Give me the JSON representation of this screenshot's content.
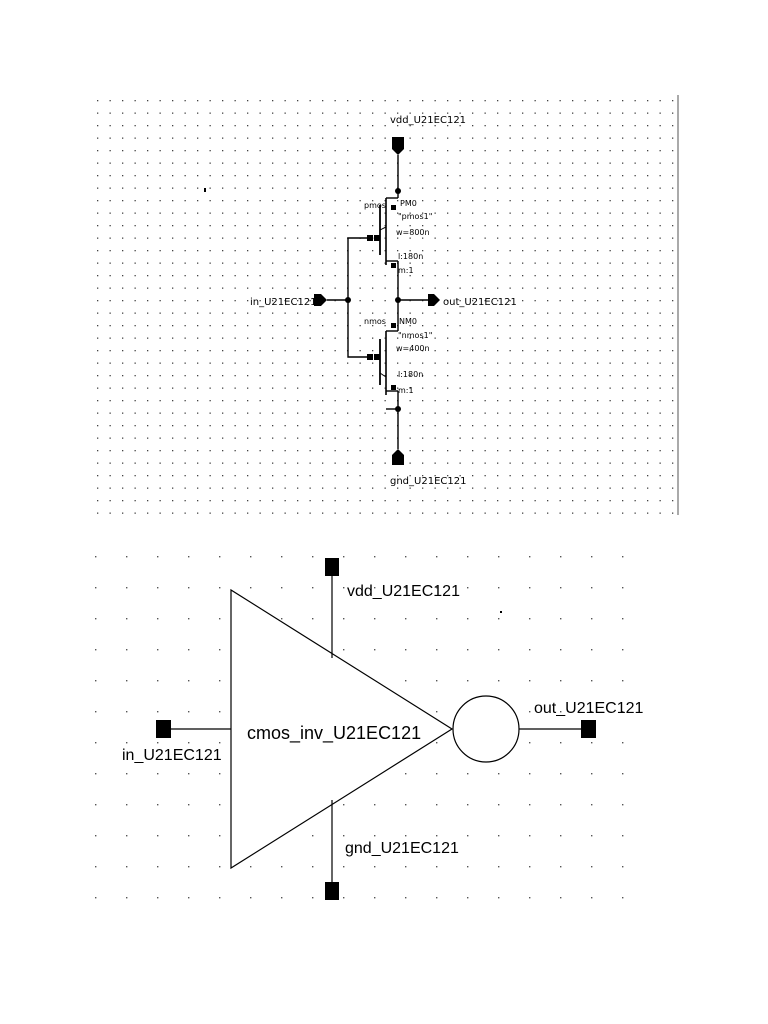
{
  "schematic": {
    "vdd_label": "vdd_U21EC121",
    "gnd_label": "gnd_U21EC121",
    "in_label": "in_U21EC121",
    "out_label": "out_U21EC121",
    "pmos": {
      "type": "pmos",
      "instance": "PM0",
      "model": "\"pmos1\"",
      "width": "w=800n",
      "length": "l:180n",
      "mult": "m:1"
    },
    "nmos": {
      "type": "nmos",
      "instance": "NM0",
      "model": "\"nmos1\"",
      "width": "w=400n",
      "length": "l:180n",
      "mult": "m:1"
    }
  },
  "symbol": {
    "name": "cmos_inv_U21EC121",
    "vdd_label": "vdd_U21EC121",
    "gnd_label": "gnd_U21EC121",
    "in_label": "in_U21EC121",
    "out_label": "out_U21EC121"
  }
}
